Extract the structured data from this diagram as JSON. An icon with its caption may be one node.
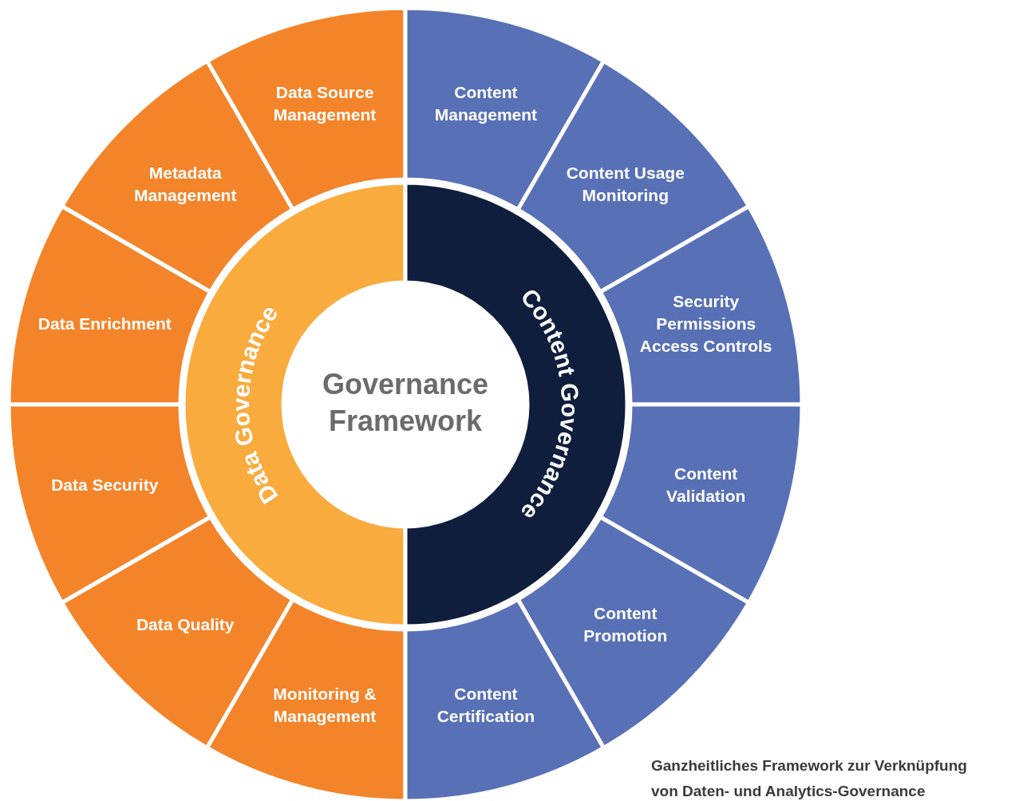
{
  "diagram": {
    "caption": "Ganzheitliches Framework zur Verknüpfung von Daten- und Analytics-Governance",
    "nodes": [
      {
        "text": [
          "Governance Framework"
        ]
      },
      {
        "text": [
          "Data Governance"
        ]
      },
      {
        "text": [
          "Content Governance"
        ]
      },
      {
        "text": [
          "Data Source Management"
        ]
      },
      {
        "text": [
          "Metadata Management"
        ]
      },
      {
        "text": [
          "Data Enrichment"
        ]
      },
      {
        "text": [
          "Data Security"
        ]
      },
      {
        "text": [
          "Data Quality"
        ]
      },
      {
        "text": [
          "Monitoring & Management"
        ]
      },
      {
        "text": [
          "Content Management"
        ]
      },
      {
        "text": [
          "Content Usage Monitoring"
        ]
      },
      {
        "text": [
          "Security Permissions Access Controls"
        ]
      },
      {
        "text": [
          "Content Validation"
        ]
      },
      {
        "text": [
          "Content Promotion"
        ]
      },
      {
        "text": [
          "Content Certification"
        ]
      }
    ]
  }
}
